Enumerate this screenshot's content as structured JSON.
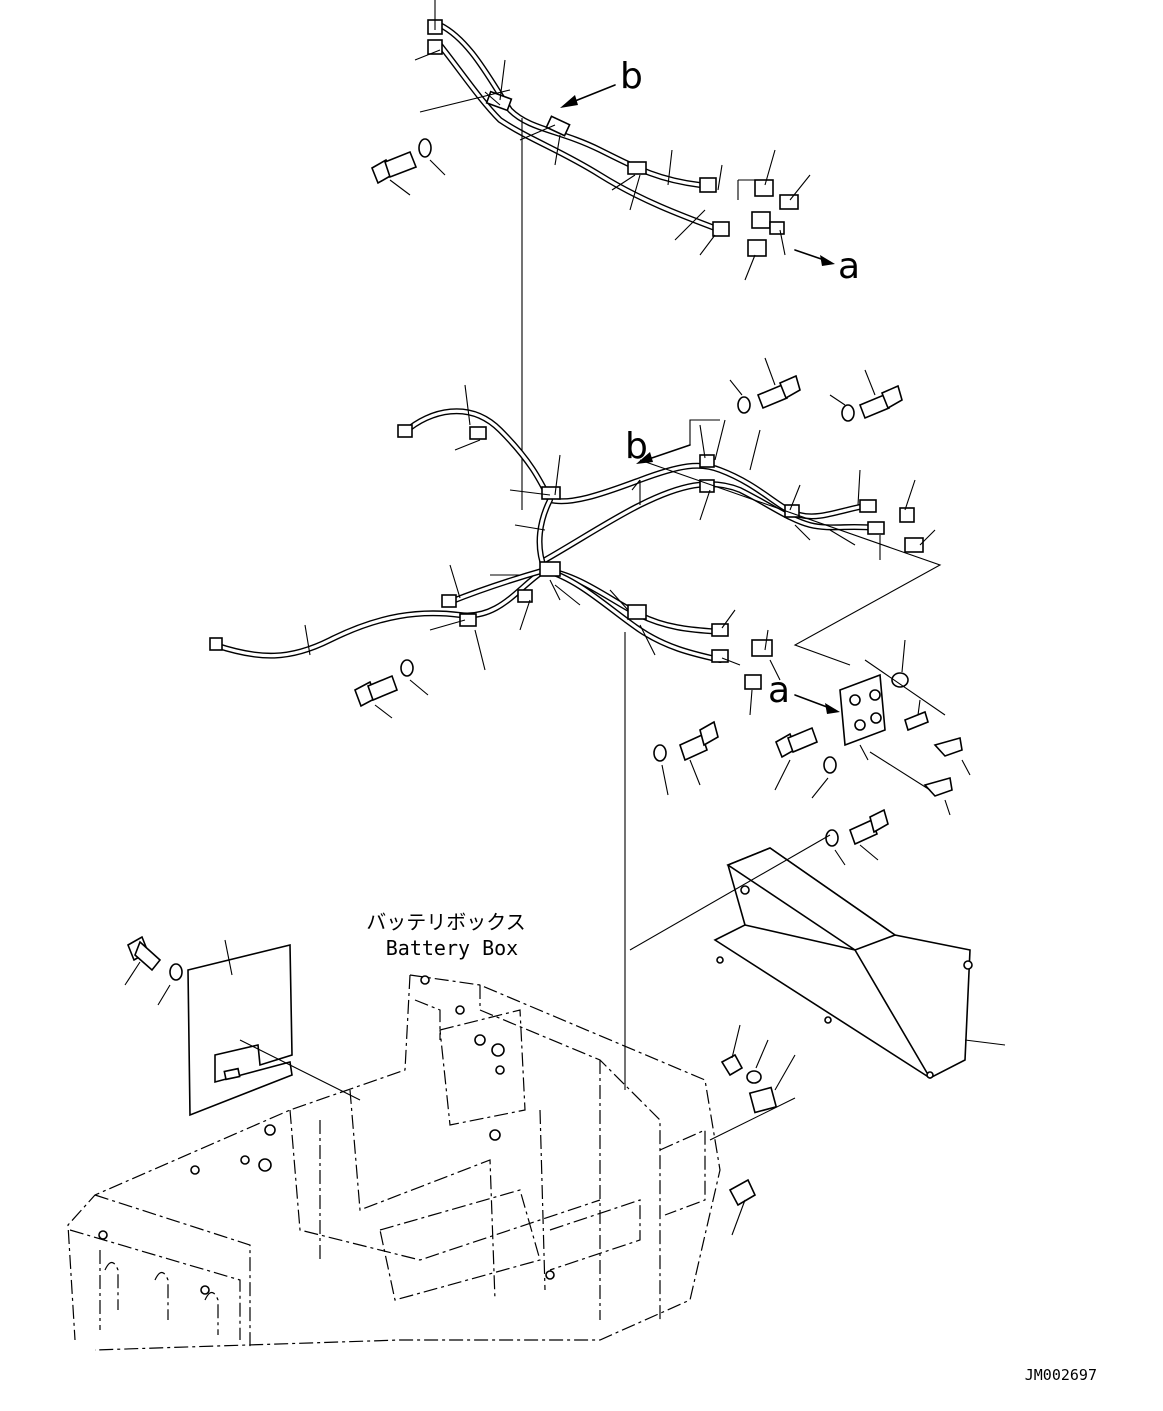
{
  "labels": {
    "callout_b_top": "b",
    "callout_a_top": "a",
    "callout_b_mid": "b",
    "callout_a_mid": "a",
    "battery_box_jp": "バッテリボックス",
    "battery_box_en": "Battery Box",
    "drawing_id": "JM002697"
  }
}
